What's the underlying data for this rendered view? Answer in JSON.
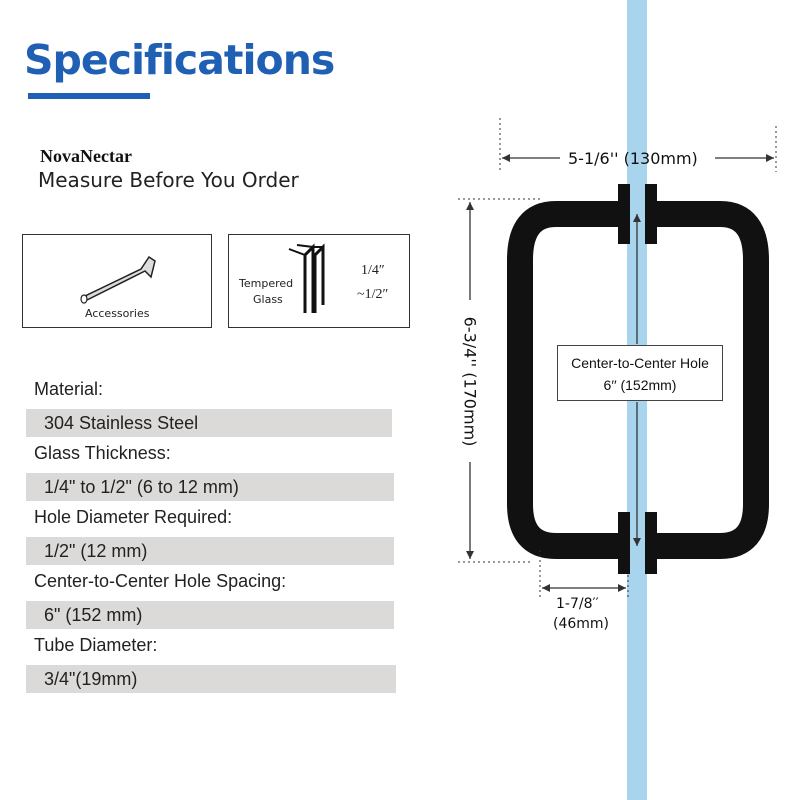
{
  "header": {
    "title": "Specifications",
    "brand": "NovaNectar",
    "tagline": "Measure Before You Order"
  },
  "icons": {
    "accessories": {
      "label": "Accessories",
      "icon": "allen-key-icon"
    },
    "glass": {
      "label_line1": "Tempered",
      "label_line2": "Glass",
      "thickness_line1": "1/4″",
      "thickness_line2": "~1/2″",
      "icon": "glass-panel-icon"
    }
  },
  "specs": [
    {
      "label": "Material:",
      "value": "304 Stainless Steel"
    },
    {
      "label": "Glass Thickness:",
      "value": "1/4\" to 1/2\" (6 to 12 mm)"
    },
    {
      "label": "Hole Diameter Required:",
      "value": "1/2\" (12 mm)"
    },
    {
      "label": "Center-to-Center Hole Spacing:",
      "value": "6\" (152 mm)"
    },
    {
      "label": "Tube Diameter:",
      "value": "3/4\"(19mm)"
    }
  ],
  "dimensions": {
    "width": "5-1/6'' (130mm)",
    "height": "6-3/4'' (170mm)",
    "center_title": "Center-to-Center Hole",
    "center_value": "6′′ (152mm)",
    "depth_line1": "1-7/8′′",
    "depth_line2": "(46mm)"
  },
  "colors": {
    "accent": "#1f5fb4",
    "glass": "#a9d4ee",
    "handle": "#111111",
    "value_bar": "#dcdad9"
  }
}
